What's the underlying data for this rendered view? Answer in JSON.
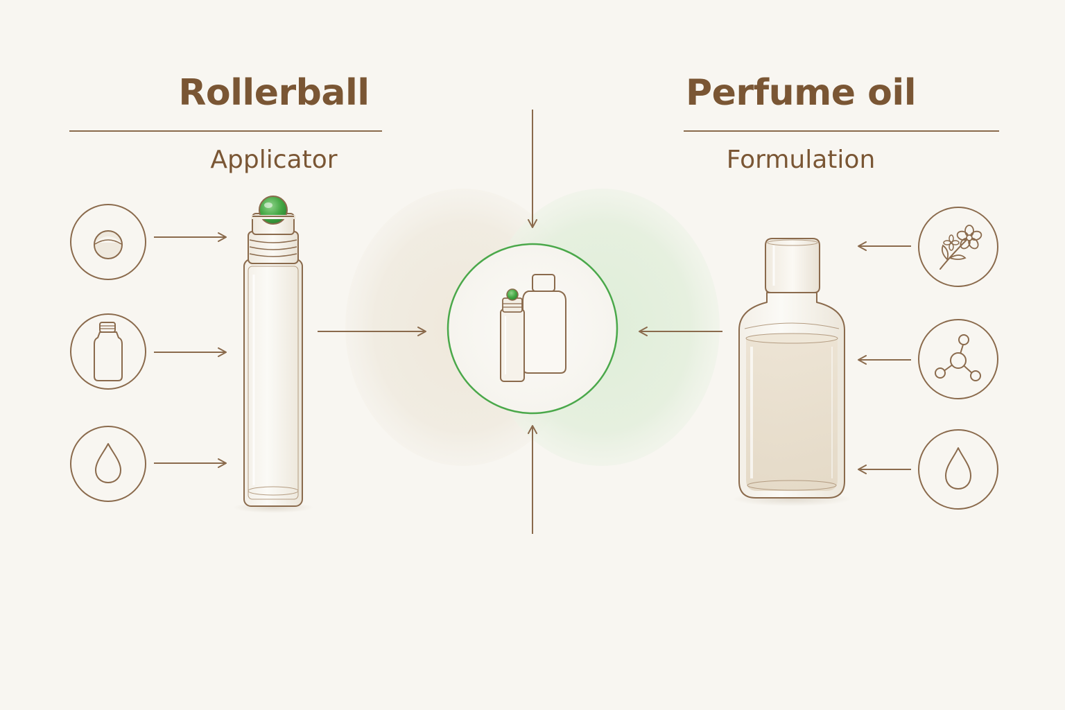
{
  "left_panel": {
    "title": "Rollerball",
    "subtitle": "Applicator",
    "icons": [
      "roller-ball-icon",
      "small-bottle-icon",
      "oil-drop-icon"
    ]
  },
  "right_panel": {
    "title": "Perfume oil",
    "subtitle": "Formulation",
    "icons": [
      "flower-icon",
      "molecule-icon",
      "oil-drop-icon"
    ]
  },
  "center": {
    "icon": "rollerball-and-bottle-icon"
  },
  "colors": {
    "text": "#7a5634",
    "line": "#8a6a4c",
    "accent_green": "#4aa84a",
    "glow_beige": "#efe8db",
    "glow_green": "#e1eddb",
    "background": "#f8f6f1"
  }
}
